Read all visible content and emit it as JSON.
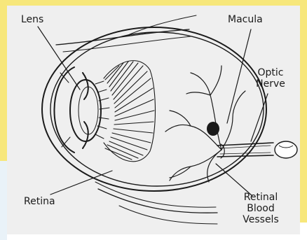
{
  "diagram": {
    "labels": {
      "lens": "Lens",
      "macula": "Macula",
      "optic_nerve_line1": "Optic",
      "optic_nerve_line2": "Nerve",
      "retina": "Retina",
      "vessels_line1": "Retinal",
      "vessels_line2": "Blood",
      "vessels_line3": "Vessels"
    },
    "colors": {
      "frame": "#f7e77b",
      "panel": "#efefef",
      "ink": "#1a1a1a"
    }
  }
}
